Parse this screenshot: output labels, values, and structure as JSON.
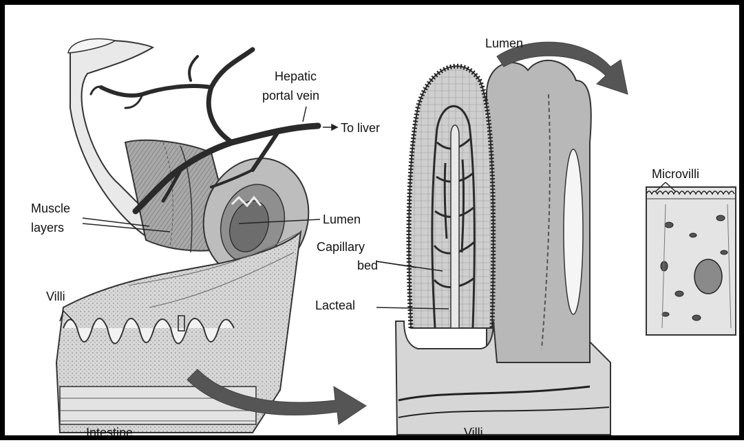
{
  "labels": {
    "lumen_top": "Lumen",
    "hepatic_line1": "Hepatic",
    "hepatic_line2": "portal vein",
    "to_liver": "To liver",
    "muscle_line1": "Muscle",
    "muscle_line2": "layers",
    "lumen_mid": "Lumen",
    "capillary_line1": "Capillary",
    "capillary_line2": "bed",
    "lacteal": "Lacteal",
    "villi_left": "Villi",
    "villi_bottom": "Villi",
    "intestine": "Intestine",
    "microvilli": "Microvilli"
  },
  "colors": {
    "tissue_light": "#e6e6e6",
    "tissue_mid": "#bdbdbd",
    "tissue_dark": "#7a7a7a",
    "vessel": "#2a2a2a",
    "arrow": "#555555"
  }
}
